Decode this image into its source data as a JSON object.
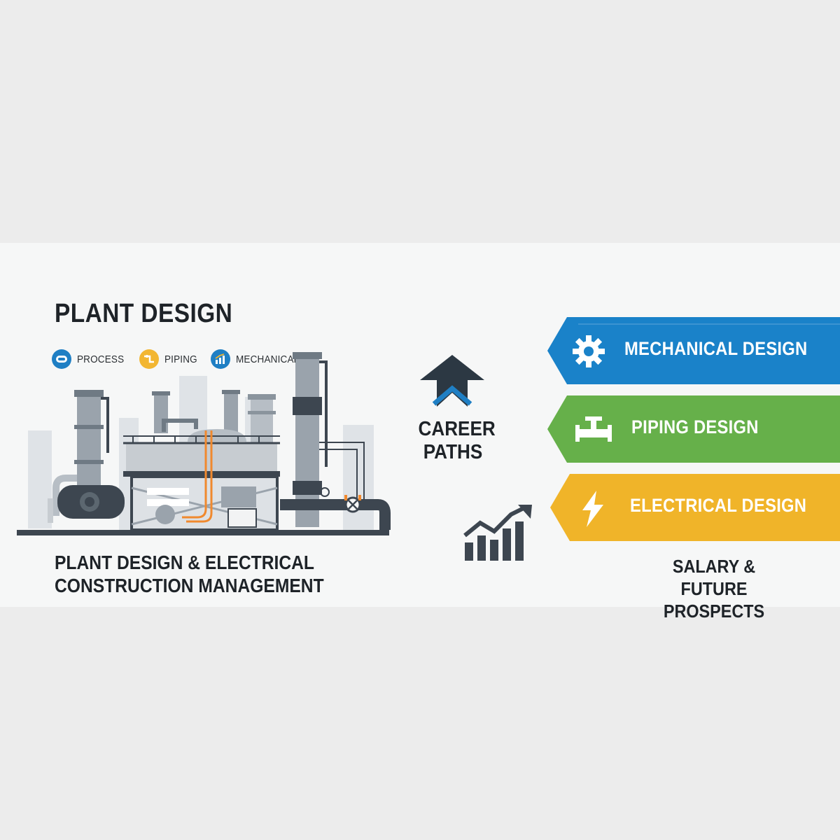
{
  "left": {
    "title": "PLANT DESIGN",
    "chips": [
      {
        "label": "PROCESS",
        "icon": "tank-icon",
        "color": "#1f7fc4"
      },
      {
        "label": "PIPING",
        "icon": "pipe-icon",
        "color": "#f2b632"
      },
      {
        "label": "MECHANICAL",
        "icon": "chart-icon",
        "color": "#1f7fc4"
      }
    ],
    "caption_line1": "PLANT DESIGN & ELECTRICAL",
    "caption_line2": "CONSTRUCTION MANAGEMENT"
  },
  "center": {
    "career_line1": "CAREER",
    "career_line2": "PATHS",
    "arrow_color": "#2c3843",
    "accent_color": "#1f7fc4"
  },
  "paths": [
    {
      "label": "MECHANICAL DESIGN",
      "icon": "gear-icon",
      "color": "#1a82c9"
    },
    {
      "label": "PIPING DESIGN",
      "icon": "valve-icon",
      "color": "#66b04a"
    },
    {
      "label": "ELECTRICAL DESIGN",
      "icon": "lightning-icon",
      "color": "#f0b429"
    }
  ],
  "right": {
    "caption_line1": "SALARY &",
    "caption_line2": "FUTURE PROSPECTS"
  }
}
